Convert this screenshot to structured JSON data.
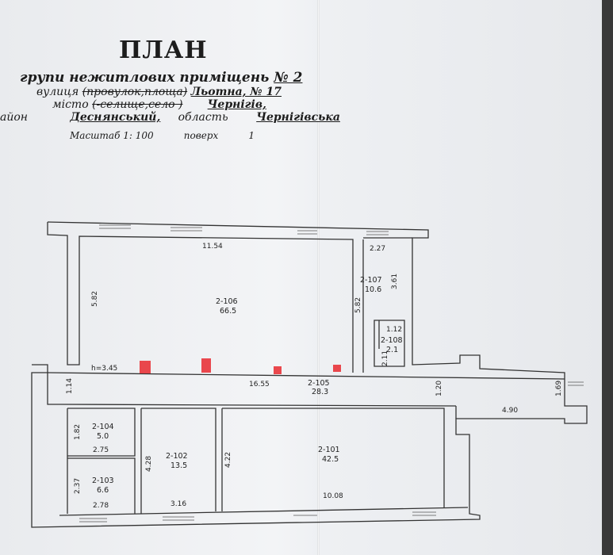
{
  "header": {
    "title": "ПЛАН",
    "subtitle_prefix": "групи нежитлових приміщень",
    "group_no": "№ 2",
    "street_label": "вулиця",
    "street_struck": "(провулок,площа)",
    "street_value": "Льотна, № 17",
    "city_label": "місто",
    "city_struck": "(-селище,село )",
    "city_value": "Чернігів,",
    "district_label": "айон",
    "district_value": "Деснянський,",
    "region_label": "область",
    "region_value": "Чернігівська",
    "scale": "Масштаб 1: 100",
    "floor_label": "поверх",
    "floor_value": "1"
  },
  "rooms": [
    {
      "id": "2-101",
      "area": "42.5"
    },
    {
      "id": "2-102",
      "area": "13.5"
    },
    {
      "id": "2-103",
      "area": "6.6"
    },
    {
      "id": "2-104",
      "area": "5.0"
    },
    {
      "id": "2-105",
      "area": "28.3"
    },
    {
      "id": "2-106",
      "area": "66.5"
    },
    {
      "id": "2-107",
      "area": "10.6"
    },
    {
      "id": "2-108",
      "area": "2.1"
    }
  ],
  "dims": {
    "d_11_54": "11.54",
    "d_5_82_left": "5.82",
    "d_5_82_right": "5.82",
    "d_2_27": "2.27",
    "d_3_61": "3.61",
    "d_1_12": "1.12",
    "d_2_11": "2.11",
    "d_height": "h=3.45",
    "d_16_55": "16.55",
    "d_1_14": "1.14",
    "d_1_20": "1.20",
    "d_1_69": "1.69",
    "d_4_90": "4.90",
    "d_1_82": "1.82",
    "d_2_75": "2.75",
    "d_2_37": "2.37",
    "d_2_78": "2.78",
    "d_4_28": "4.28",
    "d_3_16": "3.16",
    "d_4_22": "4.22",
    "d_10_08": "10.08"
  },
  "colors": {
    "paper": "#eceef1",
    "ink": "#222222",
    "marker": "#e8292f"
  }
}
